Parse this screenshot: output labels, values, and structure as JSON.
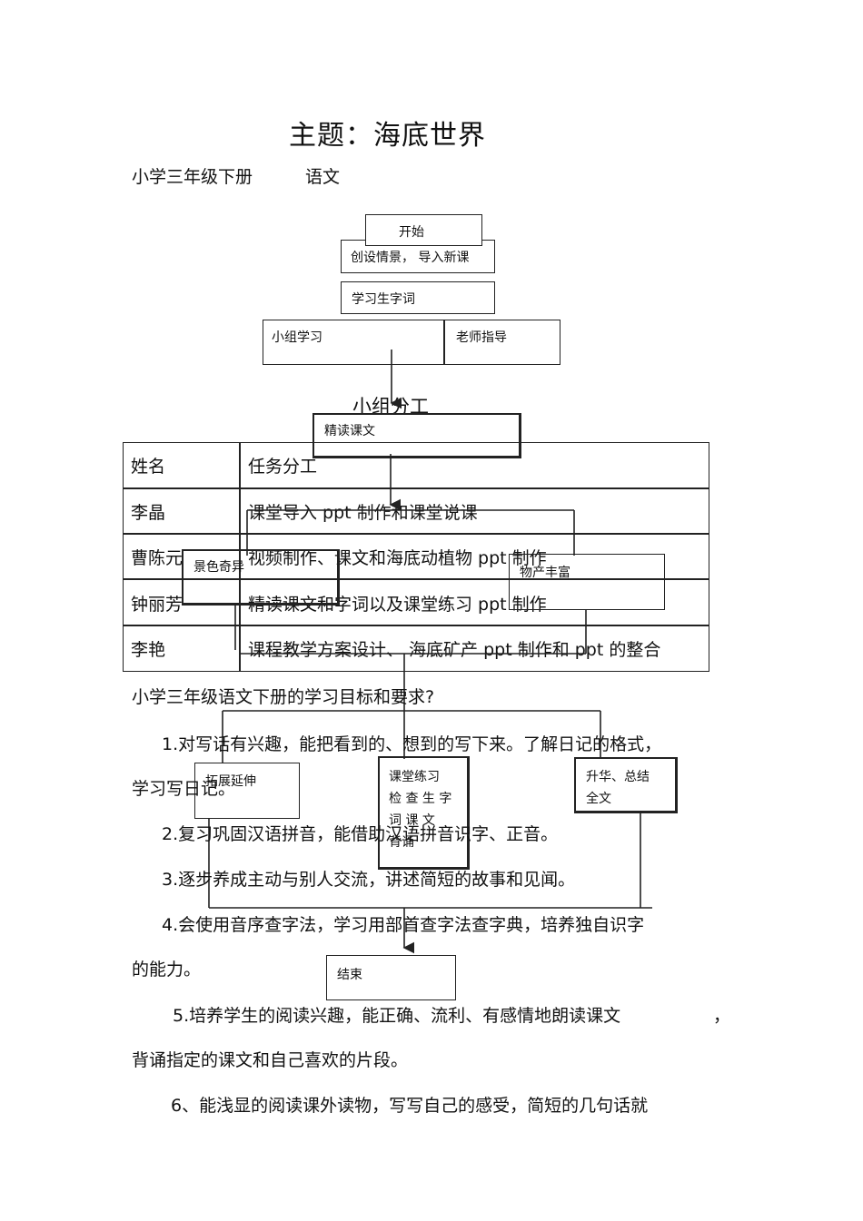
{
  "doc": {
    "title": "主题：海底世界",
    "grade": "小学三年级下册",
    "subject": "语文",
    "table_heading": "小组分工"
  },
  "flow": {
    "start": "开始",
    "intro": "创设情景，  导入新课",
    "learn_words": "学习生字词",
    "group_study": "小组学习",
    "teacher_guide": "老师指导",
    "read_text": "精读课文",
    "scenery": "景色奇异",
    "products": "物产丰富",
    "extension": "拓展延伸",
    "practice_l1": "课堂练习",
    "practice_l2": "检 查 生 字",
    "practice_l3": "词    课 文",
    "practice_l4": "背诵",
    "summary_l1": "升华、总结",
    "summary_l2": "全文",
    "end": "结束"
  },
  "table": {
    "header": [
      "姓名",
      "任务分工"
    ],
    "rows": [
      [
        "李晶",
        "课堂导入  ppt 制作和课堂说课"
      ],
      [
        "曹陈元",
        "视频制作、课文和海底动植物    ppt 制作"
      ],
      [
        "钟丽芳",
        "精读课文和字词以及课堂练习    ppt 制作"
      ],
      [
        "李艳",
        "课程教学方案设计、  海底矿产  ppt 制作和  ppt 的整合"
      ]
    ]
  },
  "goals": {
    "heading": "小学三年级语文下册的学习目标和要求?",
    "g1a": "1.对写话有兴趣，能把看到的、想到的写下来。了解日记的格式，",
    "g1b": "学习写日记。",
    "g2": "2.复习巩固汉语拼音，能借助汉语拼音识字、正音。",
    "g3": "3.逐步养成主动与别人交流，讲述简短的故事和见闻。",
    "g4a": "4.会使用音序查字法，学习用部首查字法查字典，培养独自识字",
    "g4b": "的能力。",
    "g5a": "5.培养学生的阅读兴趣，能正确、流利、有感情地朗读课文",
    "g5comma": "，",
    "g5b": "背诵指定的课文和自己喜欢的片段。",
    "g6": "6、能浅显的阅读课外读物，写写自己的感受，简短的几句话就"
  }
}
